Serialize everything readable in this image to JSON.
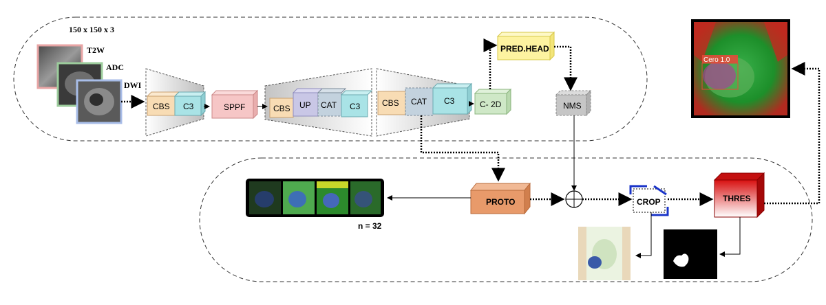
{
  "input": {
    "size_label": "150 x 150 x 3",
    "channels": [
      "T2W",
      "ADC",
      "DWI"
    ]
  },
  "backbone": {
    "block1": [
      "CBS",
      "C3"
    ],
    "sppf": "SPPF",
    "block2": [
      "CBS",
      "UP",
      "CAT",
      "C3"
    ],
    "block3": [
      "CBS",
      "CAT",
      "C3"
    ],
    "conv2d": "C- 2D",
    "pred_head": "PRED.HEAD",
    "nms": "NMS"
  },
  "mask_branch": {
    "proto": "PROTO",
    "crop": "CROP",
    "thres": "THRES",
    "prototype_count": "n = 32"
  },
  "detection": {
    "label": "Cero 1.0"
  },
  "colors": {
    "cbs": "#f8dcb4",
    "c3": "#a9e3e6",
    "sppf": "#f6c6c6",
    "up": "#c9c7e6",
    "cat": "#c3d2de",
    "conv2d": "#cfe8c7",
    "pred_head": "#fdf3a0",
    "nms": "#c6c6c6",
    "proto": "#e89a6a",
    "thres": "#e01818",
    "border_t2w": "#e8a5a5",
    "border_adc": "#9ccc9c",
    "border_dwi": "#a8bde8"
  }
}
